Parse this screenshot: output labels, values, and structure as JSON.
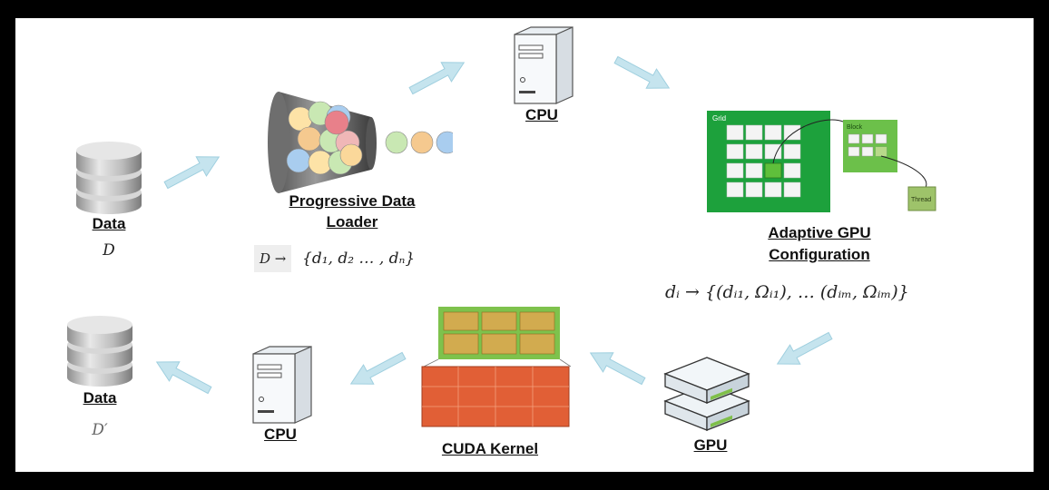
{
  "nodes": {
    "data_in": {
      "label": "Data",
      "symbol": "D"
    },
    "loader": {
      "label_line1": "Progressive Data",
      "label_line2": "Loader",
      "formula_left": "D →",
      "formula_right": "{d₁, d₂ … , dₙ}"
    },
    "cpu_top": {
      "label": "CPU"
    },
    "gpu_config": {
      "label_line1": "Adaptive GPU",
      "label_line2": "Configuration",
      "formula": "dᵢ → {(dᵢ₁, Ωᵢ₁), … (dᵢₘ, Ωᵢₘ)}",
      "grid_text": "Grid",
      "block_text": "Block",
      "thread_text": "Thread"
    },
    "gpu": {
      "label": "GPU"
    },
    "cuda_kernel": {
      "label": "CUDA Kernel"
    },
    "cpu_bottom": {
      "label": "CPU"
    },
    "data_out": {
      "label": "Data",
      "symbol": "D′"
    }
  },
  "colors": {
    "arrow": "#c5e4ee",
    "arrow_stroke": "#9fcfdf",
    "grid_green": "#1da13c",
    "block_green": "#6cc04a",
    "thread_green": "#9ec36a",
    "kernel_orange": "#e15f36",
    "kernel_tan": "#d2ab4f"
  }
}
